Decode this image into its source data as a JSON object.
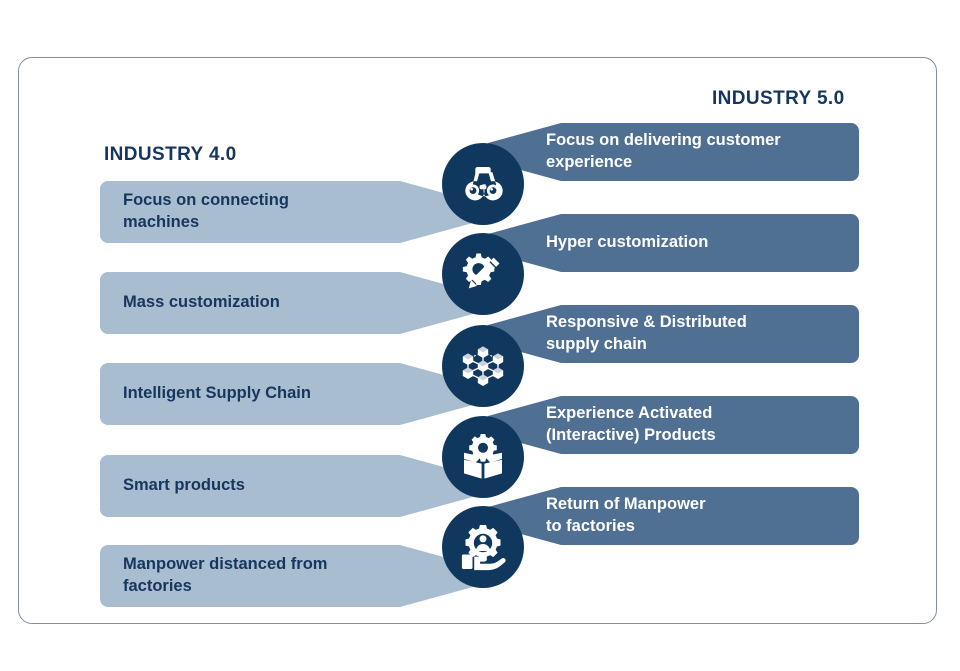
{
  "diagram": {
    "title_left": "INDUSTRY  4.0",
    "title_right": "INDUSTRY  5.0",
    "colors": {
      "left_bar": "#a9bdd0",
      "right_bar": "#4f7093",
      "icon_circle": "#10385f",
      "left_text": "#17365d",
      "right_text": "#ffffff",
      "frame_border": "#7e8fa3",
      "background": "#ffffff"
    },
    "rows": [
      {
        "icon": "binoculars-icon",
        "left_label": "Focus on connecting\nmachines",
        "right_label": "Focus on delivering customer\nexperience"
      },
      {
        "icon": "gear-pencil-icon",
        "left_label": "Mass customization",
        "right_label": "Hyper customization"
      },
      {
        "icon": "cube-network-icon",
        "left_label": "Intelligent Supply Chain",
        "right_label": "Responsive & Distributed\nsupply chain"
      },
      {
        "icon": "open-box-gear-icon",
        "left_label": "Smart products",
        "right_label": "Experience Activated\n(Interactive) Products"
      },
      {
        "icon": "hand-gear-person-icon",
        "left_label": "Manpower distanced from\nfactories",
        "right_label": "Return of Manpower\nto factories"
      }
    ]
  }
}
